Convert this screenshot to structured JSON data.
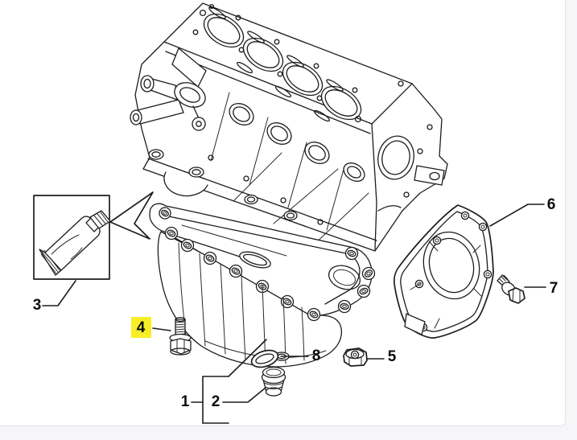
{
  "page": {
    "background_color": "#f6f6f8",
    "panel_background": "#ffffff",
    "panel_border_color": "#e4e4e7"
  },
  "diagram": {
    "line_color": "#1c1c1c",
    "highlight_color": "#f8ee26",
    "callouts": [
      {
        "label": "1",
        "highlighted": false
      },
      {
        "label": "2",
        "highlighted": false
      },
      {
        "label": "3",
        "highlighted": false
      },
      {
        "label": "4",
        "highlighted": true
      },
      {
        "label": "5",
        "highlighted": false
      },
      {
        "label": "6",
        "highlighted": false
      },
      {
        "label": "7",
        "highlighted": false
      },
      {
        "label": "8",
        "highlighted": false
      }
    ]
  }
}
